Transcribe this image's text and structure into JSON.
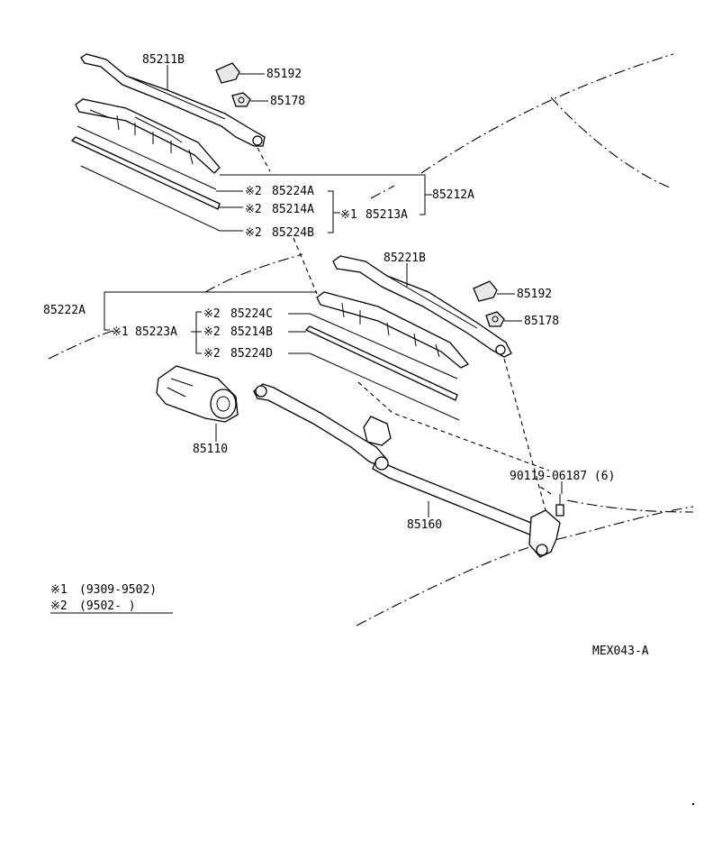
{
  "parts": {
    "arm_front": "85211B",
    "cap_front": "85192",
    "nut_front": "85178",
    "blade_assy_front": "85212A",
    "rubber_front_a": "85224A",
    "rubber_front_b": "85214A",
    "rubber_front_c": "85224B",
    "blade_front_sub": "85213A",
    "arm_rear": "85221B",
    "cap_rear": "85192",
    "nut_rear": "85178",
    "blade_assy_rear": "85222A",
    "blade_rear_sub": "85223A",
    "rubber_rear_a": "85224C",
    "rubber_rear_b": "85214B",
    "rubber_rear_c": "85224D",
    "motor": "85110",
    "link": "85160",
    "bolt": "90119-06187 (6)"
  },
  "marks": {
    "m1": "※1",
    "m2": "※2"
  },
  "legend": {
    "mark1": "※1",
    "range1": "(9309-9502)",
    "mark2": "※2",
    "range2": "(9502-      )"
  },
  "diagram_code": "MEX043-A"
}
